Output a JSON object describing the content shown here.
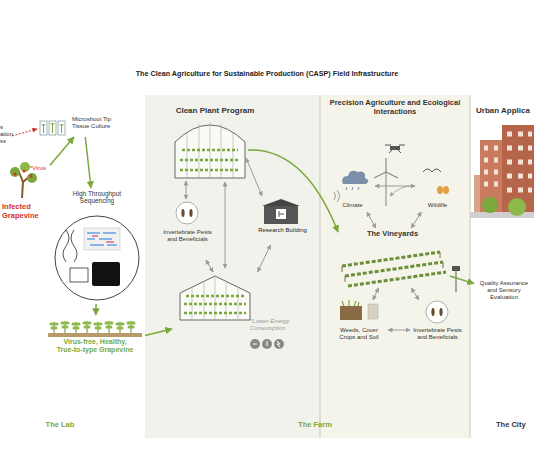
{
  "diagram": {
    "title": "The Clean Agriculture for Sustainable Production (CASP) Field Infrastructure",
    "nodes": [
      {
        "text": [
          "Clean Plant Program"
        ]
      },
      {
        "text": [
          "*Virus",
          "Infected Grapevine"
        ],
        "in": 0
      },
      {
        "text": [
          "Microshoot Tip Tissue Culture"
        ],
        "in": 0
      },
      {
        "text": [
          "High Throughput Sequencing"
        ],
        "in": 0
      },
      {
        "text": [
          "Virus-free, Healthy, True-to-type Grapevine"
        ],
        "in": 0
      },
      {
        "text": [
          "Invertebrate Pests and Beneficials"
        ],
        "in": 0
      },
      {
        "text": [
          "Research Building"
        ],
        "in": 0
      },
      {
        "text": [
          "*Lower Energy Consumption"
        ],
        "in": 0
      },
      {
        "text": [
          "Precision Agriculture and Ecological Interactions"
        ]
      },
      {
        "text": [
          "Climate"
        ],
        "in": 8
      },
      {
        "text": [
          "Wildlife"
        ],
        "in": 8
      },
      {
        "text": [
          "The Vineyards"
        ],
        "in": 8
      },
      {
        "text": [
          "Weeds, Cover Crops and Soil"
        ],
        "in": 8
      },
      {
        "text": [
          "Invertebrate Pests and Beneficials"
        ],
        "in": 8
      },
      {
        "text": [
          "Urban Applica"
        ]
      },
      {
        "text": [
          "Quality Assurance and Sensory Evaluation"
        ],
        "in": 14
      }
    ],
    "edges": [
      {
        "from": 1,
        "to": 2,
        "arrow": "to"
      },
      {
        "from": 2,
        "to": 3,
        "arrow": "to"
      },
      {
        "from": 3,
        "to": 4,
        "arrow": "to"
      },
      {
        "from": 4,
        "to": 7,
        "arrow": "to"
      },
      {
        "from": 6,
        "to": 7,
        "arrow": "both"
      },
      {
        "from": 5,
        "to": 7,
        "arrow": "both"
      },
      {
        "from": 9,
        "to": 10,
        "arrow": "both"
      },
      {
        "from": 9,
        "to": 11,
        "arrow": "both"
      },
      {
        "from": 10,
        "to": 11,
        "arrow": "both"
      },
      {
        "from": 12,
        "to": 11,
        "arrow": "both"
      },
      {
        "from": 13,
        "to": 11,
        "arrow": "both"
      },
      {
        "from": 12,
        "to": 13,
        "arrow": "both"
      },
      {
        "from": 11,
        "to": 15,
        "arrow": "to"
      }
    ],
    "labels": [
      "s",
      "ation",
      "ss",
      "The Lab",
      "The Farm",
      "The City"
    ]
  }
}
